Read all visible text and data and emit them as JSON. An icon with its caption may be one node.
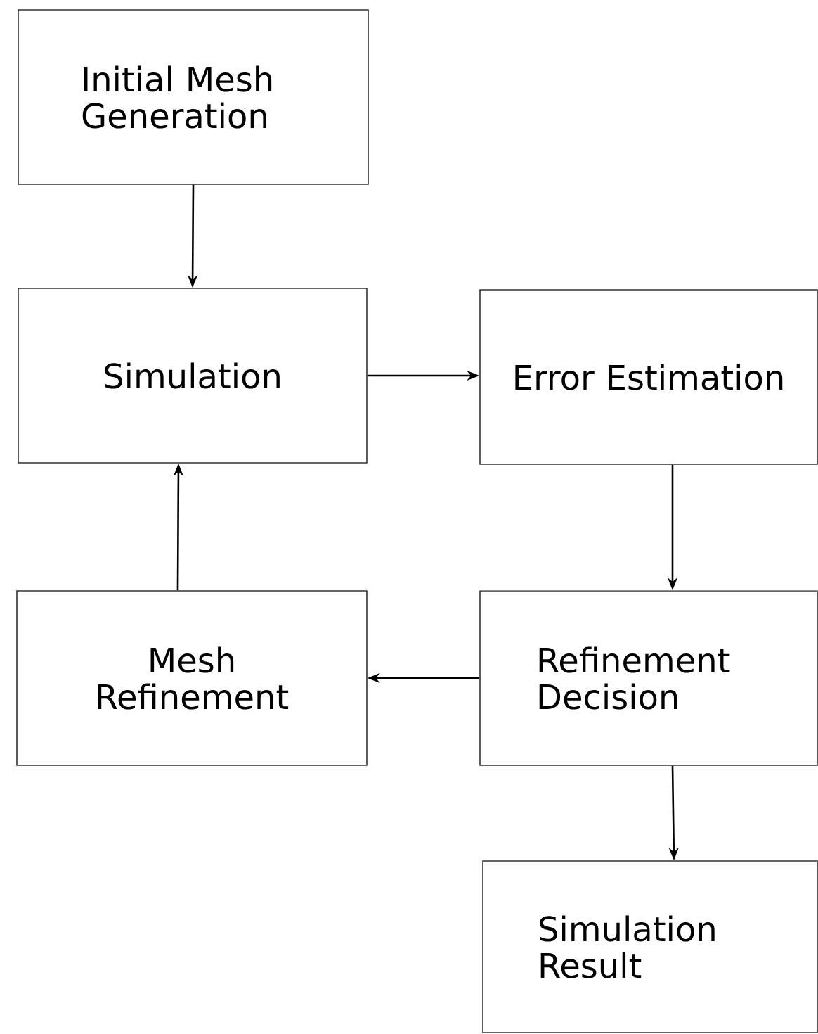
{
  "diagram": {
    "nodes": [
      {
        "text": [
          "Initial Mesh Generation"
        ]
      },
      {
        "text": [
          "Simulation"
        ]
      },
      {
        "text": [
          "Error Estimation"
        ]
      },
      {
        "text": [
          "Mesh Refinement"
        ]
      },
      {
        "text": [
          "Refinement Decision"
        ]
      },
      {
        "text": [
          "Simulation Result"
        ]
      }
    ],
    "edges": [
      {
        "from": 0,
        "to": 1,
        "arrow": "to"
      },
      {
        "from": 1,
        "to": 2,
        "arrow": "to"
      },
      {
        "from": 2,
        "to": 4,
        "arrow": "to"
      },
      {
        "from": 4,
        "to": 3,
        "arrow": "to"
      },
      {
        "from": 3,
        "to": 1,
        "arrow": "to"
      },
      {
        "from": 4,
        "to": 5,
        "arrow": "to"
      }
    ]
  }
}
